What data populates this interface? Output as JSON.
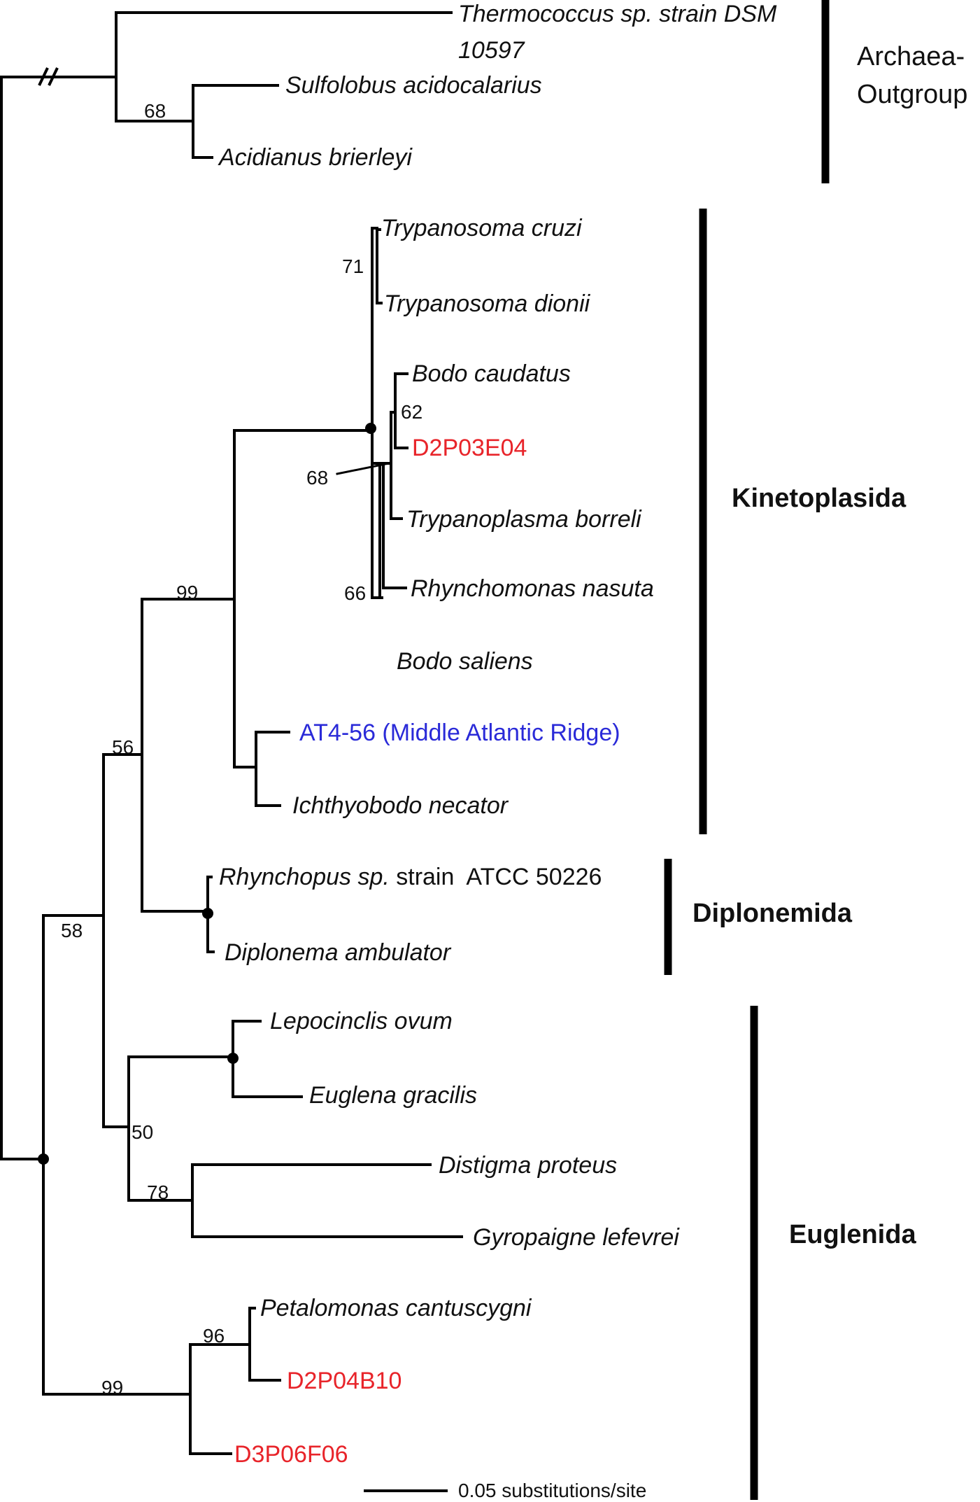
{
  "taxa": {
    "thermococcus_1": "Thermococcus sp. strain DSM",
    "thermococcus_2": "10597",
    "sulfolobus": "Sulfolobus acidocalarius",
    "acidianus": "Acidianus brierleyi",
    "tcruzi": "Trypanosoma cruzi",
    "tdionii": "Trypanosoma dionii",
    "bcaudatus": "Bodo caudatus",
    "d2p03e04": "D2P03E04",
    "tborreli": "Trypanoplasma borreli",
    "rnasuta": "Rhynchomonas nasuta",
    "bsaliens": "Bodo saliens",
    "at456": "AT4-56 (Middle Atlantic Ridge)",
    "inecator": "Ichthyobodo necator",
    "rhynchopus_italic": "Rhynchopus sp.",
    "rhynchopus_rest": " strain  ATCC 50226",
    "dambulator": "Diplonema ambulator",
    "lovum": "Lepocinclis ovum",
    "egracilis": "Euglena gracilis",
    "dproteus": "Distigma proteus",
    "glefevrei": "Gyropaigne lefevrei",
    "pcantuscygni": "Petalomonas cantuscygni",
    "d2p04b10": "D2P04B10",
    "d3p06f06": "D3P06F06"
  },
  "bootstrap": {
    "archaea": "68",
    "trypanosoma": "71",
    "bodo_caudatus": "62",
    "kineto_inner": "68",
    "rhynchomonas": "66",
    "kinetoplastida": "99",
    "kineto_diplo": "56",
    "euglenozoa_main": "58",
    "euglenida_core": "50",
    "distigma": "78",
    "petalomonas": "96",
    "petalomonas_clade": "99"
  },
  "groups": {
    "archaea_line1": "Archaea-",
    "archaea_line2": "Outgroup",
    "kinetoplastida": "Kinetoplasida",
    "diplonemida": "Diplonemida",
    "euglenida": "Euglenida"
  },
  "scale": {
    "label": "0.05 substitutions/site"
  },
  "colors": {
    "environmental_sequence": "#e8242a",
    "reference_environmental": "#2a2ad8",
    "default": "#111111"
  },
  "markers": {
    "long_branch_break": "//",
    "strong_support": "filled-circle-node"
  }
}
